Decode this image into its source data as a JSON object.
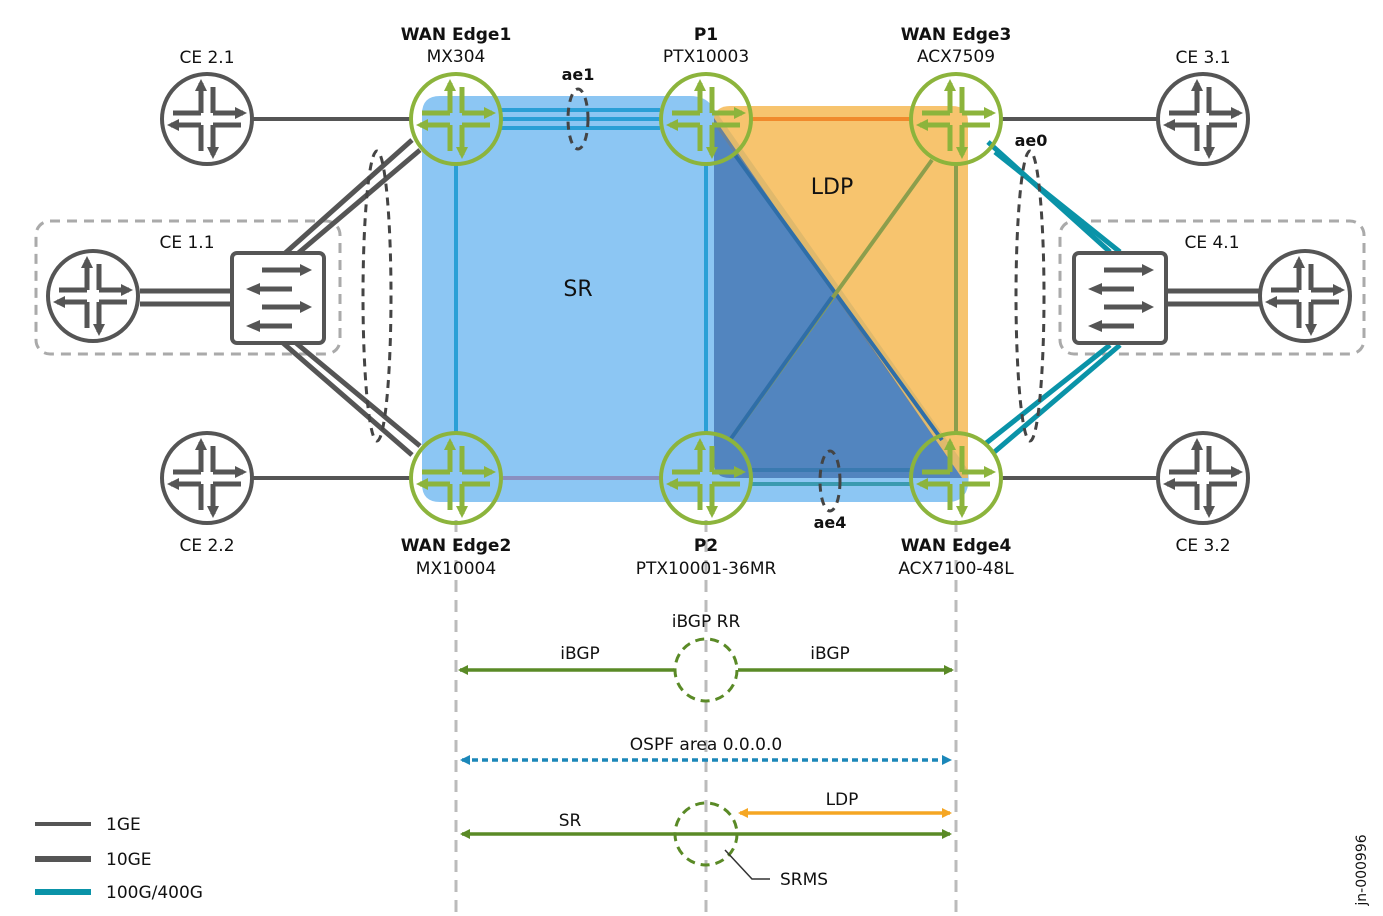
{
  "diagram": {
    "figure_id": "jn-000996",
    "colors": {
      "link_gray": "#555555",
      "link_teal": "#0a93a8",
      "wan_green": "#8cb43c",
      "sr_blue": "#6fb8f0",
      "sr_dark": "#3f6fae",
      "ldp_orange": "#f5b54a",
      "ldp_line": "#f08a2c",
      "ospf_blue": "#1b87b9",
      "protocol_green": "#5a8a26",
      "guide_gray": "#bbbbbb"
    },
    "regions": {
      "sr": "SR",
      "ldp": "LDP"
    },
    "nodes": {
      "wan_edge1": {
        "name": "WAN Edge1",
        "model": "MX304"
      },
      "p1": {
        "name": "P1",
        "model": "PTX10003"
      },
      "wan_edge3": {
        "name": "WAN Edge3",
        "model": "ACX7509"
      },
      "wan_edge2": {
        "name": "WAN Edge2",
        "model": "MX10004"
      },
      "p2": {
        "name": "P2",
        "model": "PTX10001-36MR"
      },
      "wan_edge4": {
        "name": "WAN Edge4",
        "model": "ACX7100-48L"
      },
      "ce21": {
        "name": "CE 2.1"
      },
      "ce22": {
        "name": "CE 2.2"
      },
      "ce11": {
        "name": "CE 1.1"
      },
      "ce31": {
        "name": "CE 3.1"
      },
      "ce32": {
        "name": "CE 3.2"
      },
      "ce41": {
        "name": "CE 4.1"
      }
    },
    "bundles": {
      "ae1": "ae1",
      "ae0": "ae0",
      "ae4": "ae4"
    },
    "protocols": {
      "ibgp_rr": "iBGP RR",
      "ibgp_left": "iBGP",
      "ibgp_right": "iBGP",
      "ospf": "OSPF area 0.0.0.0",
      "sr": "SR",
      "ldp": "LDP",
      "srms": "SRMS"
    },
    "legend": [
      {
        "label": "1GE",
        "color": "#555555"
      },
      {
        "label": "10GE",
        "color": "#555555"
      },
      {
        "label": "100G/400G",
        "color": "#0a93a8"
      }
    ]
  }
}
